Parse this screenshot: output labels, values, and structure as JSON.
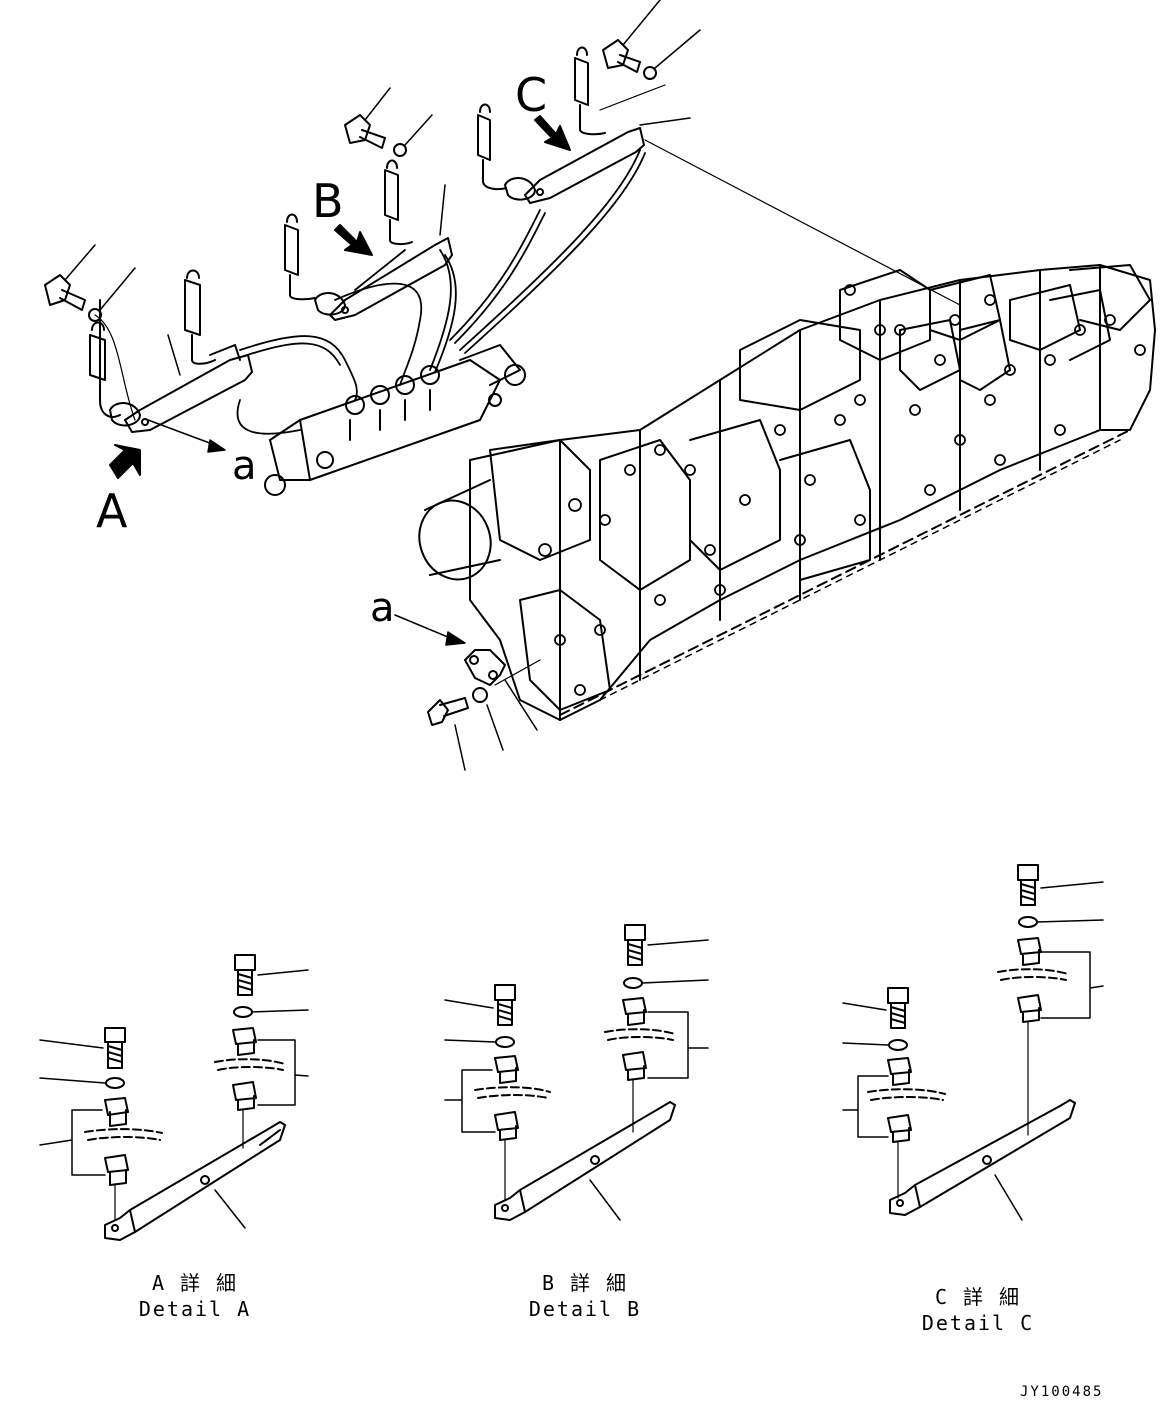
{
  "views": {
    "label_a": "A",
    "label_b": "B",
    "label_c": "C",
    "ref_a_top": "a",
    "ref_a_bottom": "a"
  },
  "details": [
    {
      "jp": "A 詳 細",
      "en": "Detail A"
    },
    {
      "jp": "B 詳 細",
      "en": "Detail B"
    },
    {
      "jp": "C 詳 細",
      "en": "Detail C"
    }
  ],
  "drawing_code": "JY100485"
}
